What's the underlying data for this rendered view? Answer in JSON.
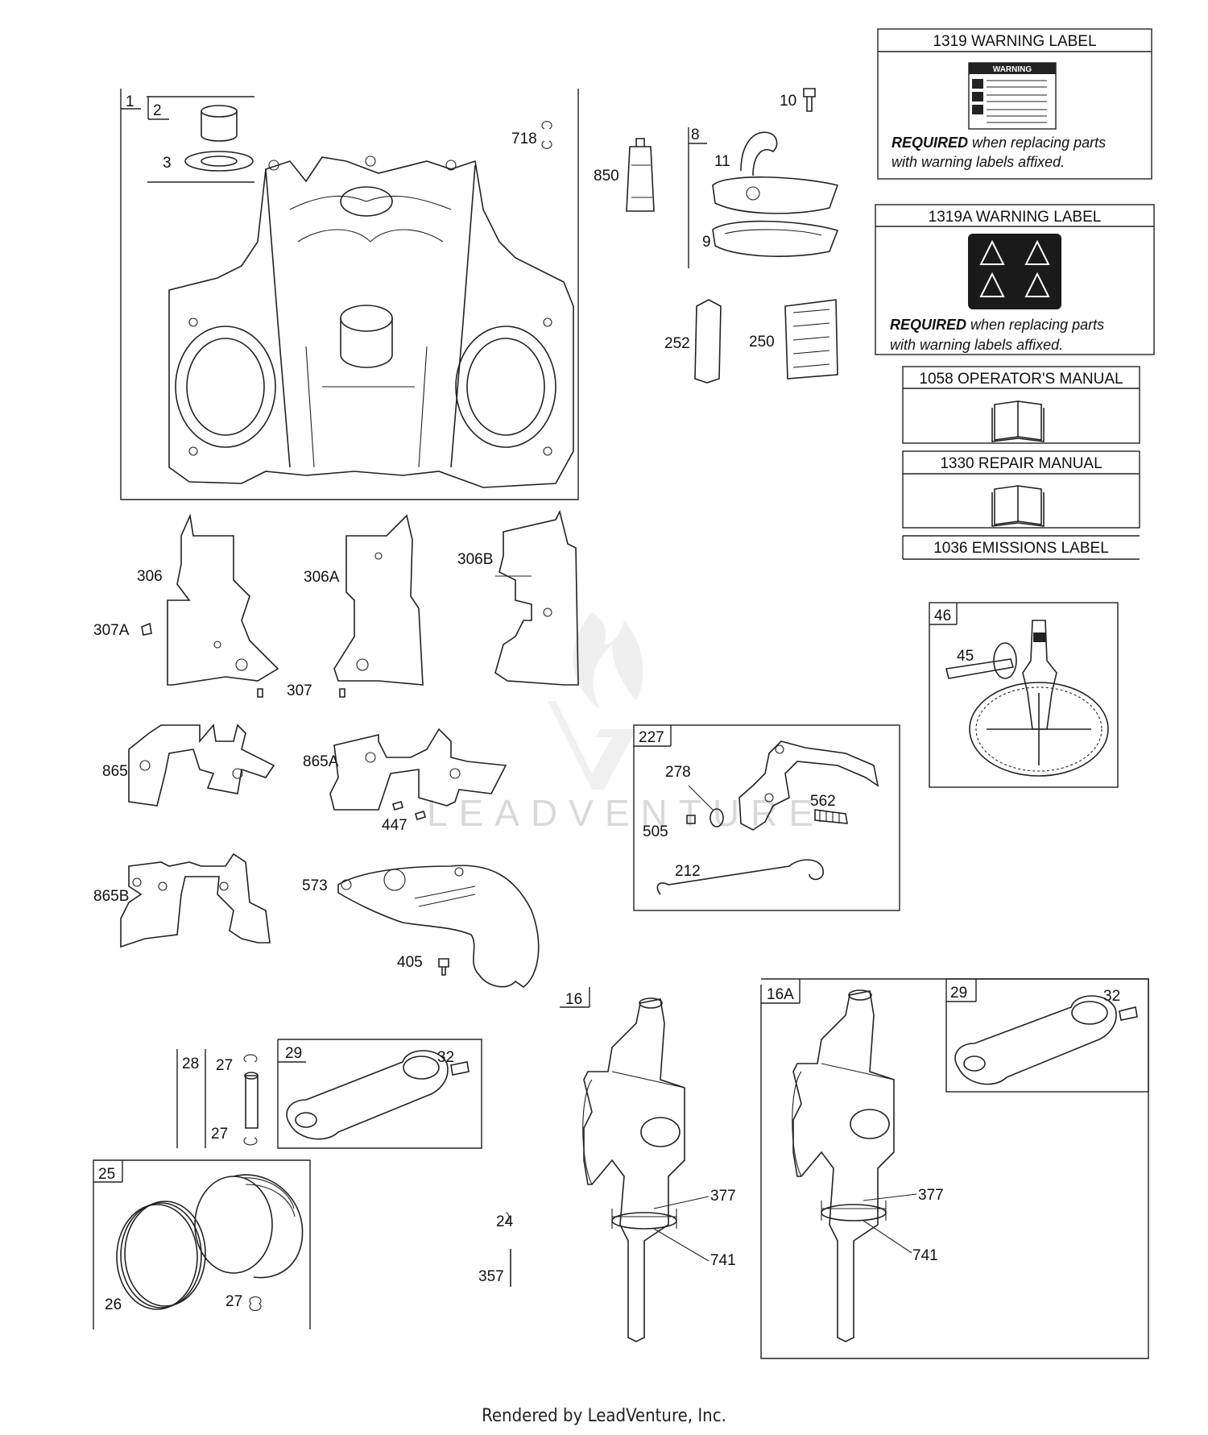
{
  "footer": "Rendered by LeadVenture, Inc.",
  "watermark": "LEADVENTURE",
  "info_boxes": {
    "warning_1319": {
      "title": "1319 WARNING LABEL",
      "sticker_heading": "WARNING",
      "req_bold": "REQUIRED",
      "req_rest": " when replacing parts",
      "req_line2": "with warning labels affixed."
    },
    "warning_1319a": {
      "title": "1319A WARNING LABEL",
      "req_bold": "REQUIRED",
      "req_rest": " when replacing parts",
      "req_line2": "with warning labels affixed."
    },
    "operators_manual": {
      "title": "1058 OPERATOR'S MANUAL"
    },
    "repair_manual": {
      "title": "1330 REPAIR MANUAL"
    },
    "emissions_label": {
      "title": "1036 EMISSIONS LABEL"
    }
  },
  "labels": {
    "l1": "1",
    "l2": "2",
    "l3": "3",
    "l718": "718",
    "l850": "850",
    "l8": "8",
    "l10": "10",
    "l11": "11",
    "l9": "9",
    "l252": "252",
    "l250": "250",
    "l306": "306",
    "l306a": "306A",
    "l306b": "306B",
    "l307a": "307A",
    "l307": "307",
    "l46": "46",
    "l45": "45",
    "l865": "865",
    "l865a": "865A",
    "l447": "447",
    "l227": "227",
    "l278": "278",
    "l562": "562",
    "l505": "505",
    "l212": "212",
    "l865b": "865B",
    "l573": "573",
    "l405": "405",
    "l16": "16",
    "l16a": "16A",
    "l29b": "29",
    "l32b": "32",
    "l28": "28",
    "l27a": "27",
    "l29": "29",
    "l32": "32",
    "l27b": "27",
    "l377a": "377",
    "l377b": "377",
    "l741a": "741",
    "l741b": "741",
    "l25": "25",
    "l24": "24",
    "l357": "357",
    "l26": "26",
    "l27c": "27"
  }
}
